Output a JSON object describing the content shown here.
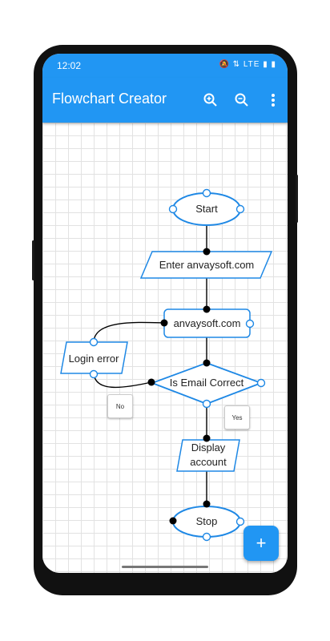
{
  "status": {
    "time": "12:02",
    "icons": "🔕 ⇅ LTE ▮ ▮"
  },
  "appbar": {
    "title": "Flowchart Creator",
    "zoom_in_icon": "zoom-in-icon",
    "zoom_out_icon": "zoom-out-icon",
    "menu_icon": "more-vert-icon"
  },
  "nodes": {
    "start": "Start",
    "input": "Enter anvaysoft.com",
    "process": "anvaysoft.com",
    "login_error": "Login error",
    "decision": "Is Email Correct",
    "display_line1": "Display",
    "display_line2": "account",
    "stop": "Stop"
  },
  "labels": {
    "no": "No",
    "yes": "Yes"
  },
  "fab": {
    "icon": "add-icon",
    "label": "+"
  },
  "colors": {
    "accent": "#2196f3",
    "stroke": "#1e88e5"
  }
}
